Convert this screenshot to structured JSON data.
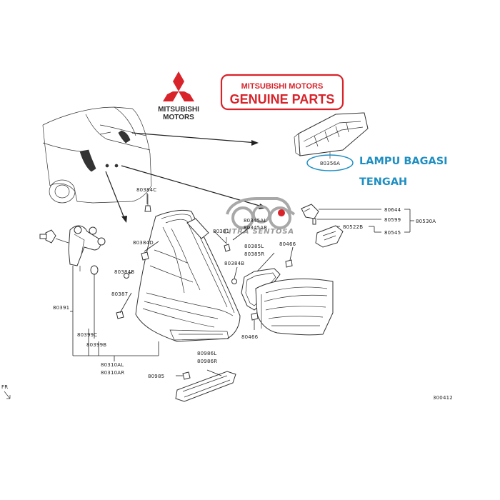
{
  "brand": {
    "logo_line1": "MITSUBISHI",
    "logo_line2": "MOTORS",
    "colors": {
      "logo_red": "#d8232a",
      "text_dark": "#2b2b2b"
    }
  },
  "genuine_badge": {
    "line1": "MITSUBISHI  MOTORS",
    "line2": "GENUINE PARTS",
    "color": "#d8232a"
  },
  "callout": {
    "line1": "LAMPU BAGASI",
    "line2": "TENGAH",
    "part_circled": "80356A",
    "color": "#1f8fc2"
  },
  "watermark": {
    "text": "CITRA SENTOSA"
  },
  "part_numbers": {
    "p80356A": "80356A",
    "p80384C": "80384C",
    "p80384D": "80384D",
    "p80384B_left": "80384B",
    "p80387": "80387",
    "p80391": "80391",
    "p80399C": "80399C",
    "p80399B": "80399B",
    "p80310AL": "80310AL",
    "p80310AR": "80310AR",
    "p80381": "80381",
    "p80345AL": "80345AL",
    "p80345AR": "80345AR",
    "p80385L": "80385L",
    "p80385R": "80385R",
    "p80466_top": "80466",
    "p80384B_mid": "80384B",
    "p80466_bottom": "80466",
    "p80644": "80644",
    "p80599": "80599",
    "p80522B": "80522B",
    "p80545": "80545",
    "p80530A": "80530A",
    "p80986L": "80986L",
    "p80986R": "80986R",
    "p80985": "80985"
  },
  "orientation_label": "FR",
  "figure_code": "300412"
}
